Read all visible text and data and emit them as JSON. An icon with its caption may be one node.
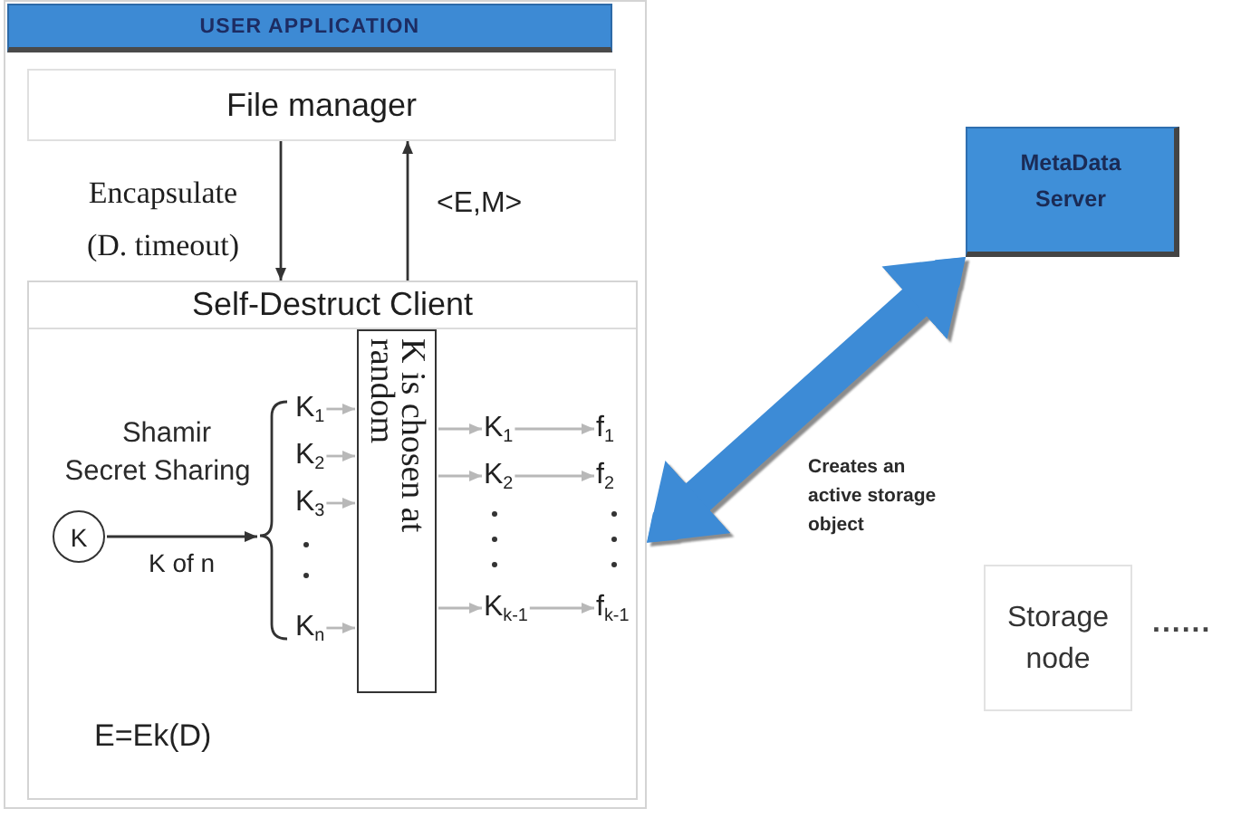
{
  "diagram": {
    "nodes": [
      {
        "text": [
          "USER APPLICATION"
        ]
      },
      {
        "text": [
          "File manager"
        ],
        "in": 0
      },
      {
        "text": [
          "Self-Destruct Client"
        ],
        "in": 0
      },
      {
        "text": [
          "K"
        ],
        "in": 2
      },
      {
        "text": [
          "K is chosen at random"
        ],
        "in": 2
      },
      {
        "text": [],
        "shape": "brace",
        "in": 2
      },
      {
        "text": [
          "K$_{1}$"
        ],
        "in": 2
      },
      {
        "text": [
          "K$_{2}$"
        ],
        "in": 2
      },
      {
        "text": [
          "K$_{3}$"
        ],
        "in": 2
      },
      {
        "text": [
          "K$_{n}$"
        ],
        "in": 2
      },
      {
        "text": [
          "K$_{1}$"
        ],
        "in": 2
      },
      {
        "text": [
          "K$_{2}$"
        ],
        "in": 2
      },
      {
        "text": [
          "K$_{k-1}$"
        ],
        "in": 2
      },
      {
        "text": [
          "f$_{1}$"
        ],
        "in": 2
      },
      {
        "text": [
          "f$_{2}$"
        ],
        "in": 2
      },
      {
        "text": [
          "f$_{k-1}$"
        ],
        "in": 2
      },
      {
        "text": [
          "MetaData Server"
        ]
      },
      {
        "text": [
          "Storage node"
        ],
        "beside": [
          "......"
        ]
      }
    ],
    "edges": [
      {
        "from": 1,
        "to": 2,
        "arrow": "to",
        "label": "Encapsulate (D. timeout)",
        "color": "#333333"
      },
      {
        "from": 2,
        "to": 1,
        "arrow": "to",
        "label": "<E,M>",
        "color": "#333333"
      },
      {
        "from": 3,
        "to": 5,
        "arrow": "to",
        "label": "K of n",
        "color": "#333333"
      },
      {
        "from": 6,
        "to": 4,
        "arrow": "to"
      },
      {
        "from": 7,
        "to": 4,
        "arrow": "to"
      },
      {
        "from": 8,
        "to": 4,
        "arrow": "to"
      },
      {
        "from": 9,
        "to": 4,
        "arrow": "to"
      },
      {
        "from": 4,
        "to": 10,
        "arrow": "to"
      },
      {
        "from": 4,
        "to": 11,
        "arrow": "to"
      },
      {
        "from": 4,
        "to": 12,
        "arrow": "to"
      },
      {
        "from": 10,
        "to": 13,
        "arrow": "to"
      },
      {
        "from": 11,
        "to": 14,
        "arrow": "to"
      },
      {
        "from": 12,
        "to": 15,
        "arrow": "to"
      },
      {
        "from": 0,
        "to": 16,
        "arrow": "both",
        "style": "thick",
        "color": "#3d8bd6",
        "label": "Creates an active storage object"
      }
    ],
    "labels": [
      "Shamir Secret Sharing",
      "E=Ek(D)"
    ]
  }
}
